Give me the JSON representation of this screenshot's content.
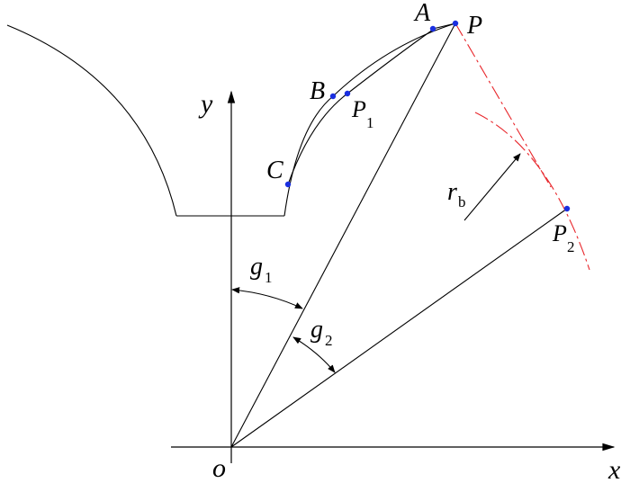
{
  "labels": {
    "x_axis": "x",
    "y_axis": "y",
    "origin": "o",
    "A": "A",
    "B": "B",
    "C": "C",
    "P": "P",
    "P1": "P",
    "P1_sub": "1",
    "P2": "P",
    "P2_sub": "2",
    "g1": "g",
    "g1_sub": "1",
    "g2": "g",
    "g2_sub": "2",
    "rb": "r",
    "rb_sub": "b"
  },
  "colors": {
    "line": "#000000",
    "dashed_curve": "#e8262b",
    "points": "#1a2fe0"
  }
}
